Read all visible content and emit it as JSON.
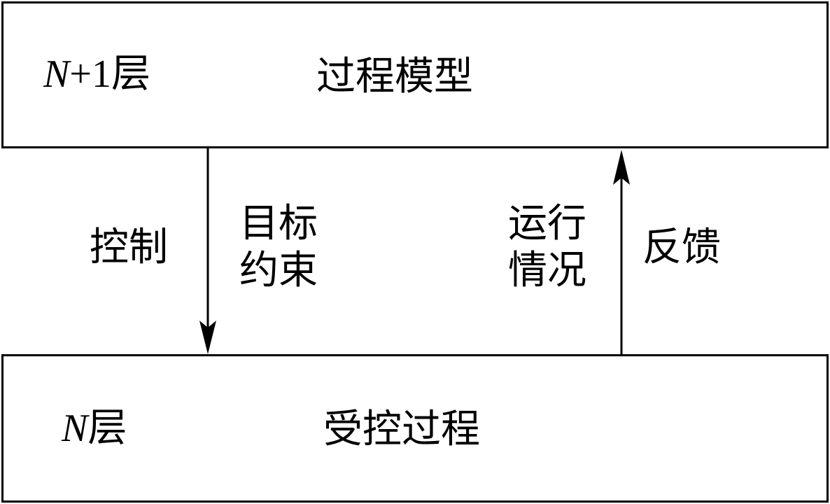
{
  "top_box": {
    "layer_var": "N",
    "layer_suffix": "+1层",
    "title": "过程模型"
  },
  "bottom_box": {
    "layer_var": "N",
    "layer_suffix": "层",
    "title": "受控过程"
  },
  "left_arrow": {
    "label": "控制",
    "note_line1": "目标",
    "note_line2": "约束"
  },
  "right_arrow": {
    "label": "反馈",
    "note_line1": "运行",
    "note_line2": "情况"
  },
  "colors": {
    "stroke": "#000000",
    "background": "#ffffff"
  }
}
